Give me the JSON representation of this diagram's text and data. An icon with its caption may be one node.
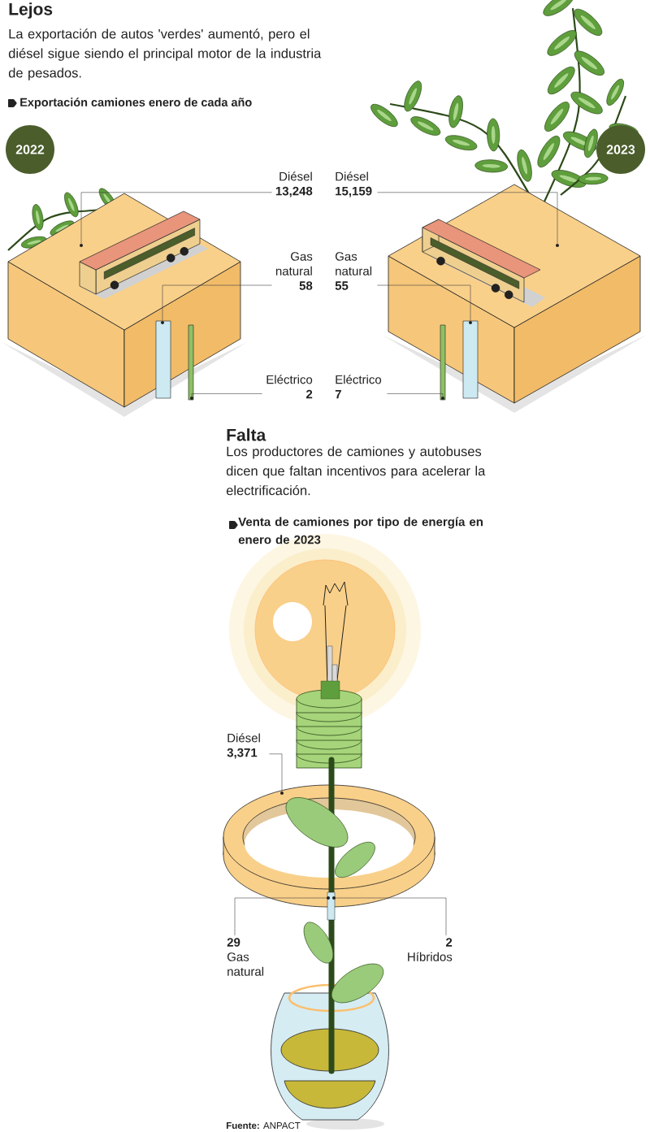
{
  "diagram": {
    "nodes": [
      {
        "text": [
          "2022"
        ]
      },
      {
        "text": [
          "2023"
        ]
      },
      {
        "text": [
          "Diésel",
          "13,248"
        ]
      },
      {
        "text": [],
        "shape": "circle"
      },
      {
        "text": [
          "Gas natural",
          "58"
        ]
      },
      {
        "text": [],
        "shape": "circle"
      },
      {
        "text": [
          "Eléctrico",
          "2"
        ]
      },
      {
        "text": [],
        "shape": "circle"
      },
      {
        "text": [
          "Diésel",
          "15,159"
        ]
      },
      {
        "text": [],
        "shape": "circle"
      },
      {
        "text": [
          "Gas natural",
          "55"
        ]
      },
      {
        "text": [],
        "shape": "circle"
      },
      {
        "text": [
          "Eléctrico",
          "7"
        ]
      },
      {
        "text": [],
        "shape": "circle"
      },
      {
        "text": [
          "Diésel",
          "3,371"
        ]
      },
      {
        "text": [],
        "shape": "circle"
      },
      {
        "text": [
          "29",
          "Gas natural"
        ]
      },
      {
        "text": [],
        "shape": "circle"
      },
      {
        "text": [
          "2",
          "Híbridos"
        ]
      },
      {
        "text": [],
        "shape": "circle"
      }
    ],
    "edges": [
      {
        "from": 2,
        "to": 3,
        "arrow": "none"
      },
      {
        "from": 4,
        "to": 5,
        "arrow": "none"
      },
      {
        "from": 6,
        "to": 7,
        "arrow": "none"
      },
      {
        "from": 8,
        "to": 9,
        "arrow": "none"
      },
      {
        "from": 10,
        "to": 11,
        "arrow": "none"
      },
      {
        "from": 12,
        "to": 13,
        "arrow": "none"
      },
      {
        "from": 14,
        "to": 15,
        "arrow": "none"
      },
      {
        "from": 16,
        "to": 17,
        "arrow": "none"
      },
      {
        "from": 18,
        "to": 19,
        "arrow": "none"
      }
    ],
    "labels": [
      "Lejos",
      "La exportación de autos 'verdes' aumentó, pero el diésel sigue siendo el principal motor de la industria de pesados.",
      "Exportación camiones enero de cada año",
      "Falta",
      "Los productores de camiones y autobuses dicen que faltan incentivos para acelerar la electrificación.",
      "Venta de camiones por tipo de energía en enero de 2023",
      "**Fuente:** ANPACT"
    ]
  }
}
